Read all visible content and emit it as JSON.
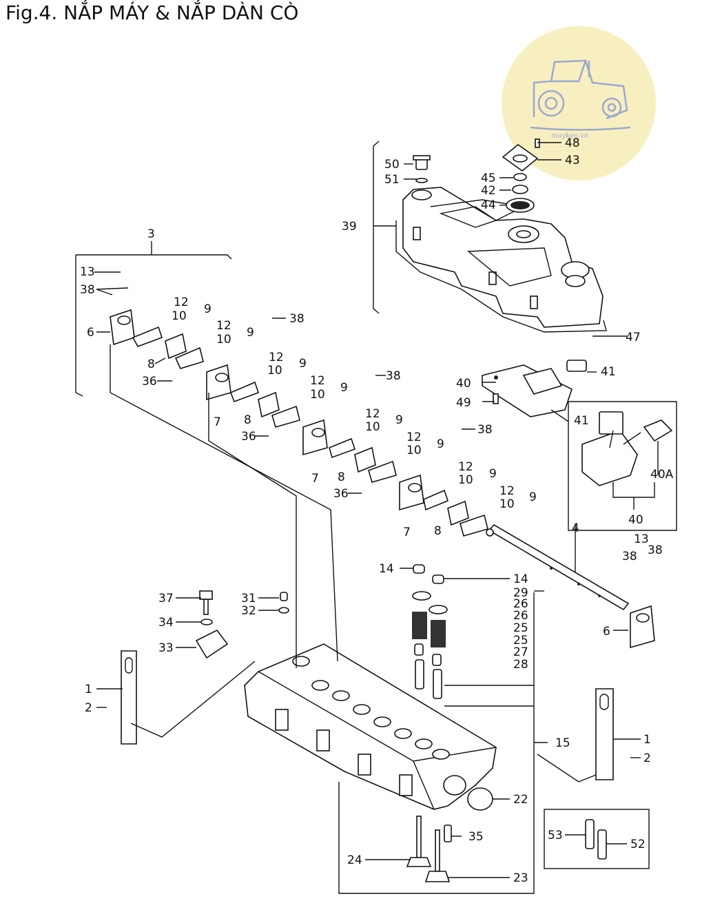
{
  "figure": {
    "title": "Fig.4.  NẮP MÁY & NẮP DÀN CÒ",
    "watermark_text": "maykeo.vn"
  },
  "labels": {
    "p1": "1",
    "p2": "2",
    "p3": "3",
    "p4": "4",
    "p6": "6",
    "p7": "7",
    "p8": "8",
    "p9": "9",
    "p10": "10",
    "p12": "12",
    "p13": "13",
    "p14": "14",
    "p15": "15",
    "p22": "22",
    "p23": "23",
    "p24": "24",
    "p25": "25",
    "p26": "26",
    "p27": "27",
    "p28": "28",
    "p29": "29",
    "p31": "31",
    "p32": "32",
    "p33": "33",
    "p34": "34",
    "p35": "35",
    "p36": "36",
    "p37": "37",
    "p38": "38",
    "p39": "39",
    "p40": "40",
    "p40a": "40A",
    "p41": "41",
    "p42": "42",
    "p43": "43",
    "p44": "44",
    "p45": "45",
    "p47": "47",
    "p48": "48",
    "p49": "49",
    "p50": "50",
    "p51": "51",
    "p52": "52",
    "p53": "53"
  },
  "colors": {
    "watermark_disc": "#f8efc0",
    "watermark_lines": "#9aa8d0",
    "ink": "#111111"
  }
}
